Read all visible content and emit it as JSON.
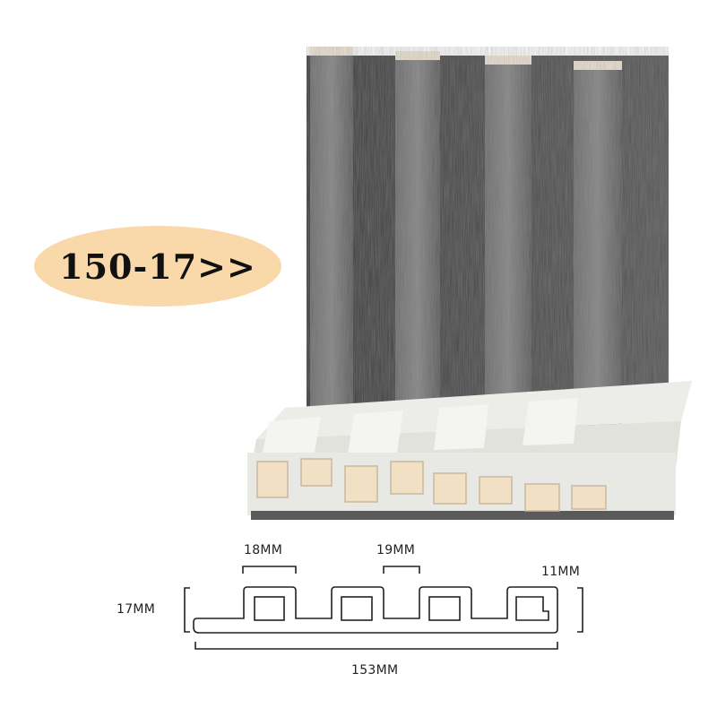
{
  "model_badge": {
    "label": "150-17>>"
  },
  "dimensions": {
    "slat_width": "18MM",
    "gap_width": "19MM",
    "edge_height": "11MM",
    "thickness": "17MM",
    "total_width": "153MM"
  },
  "colors": {
    "badge": "#f9d9a9",
    "wood_dark": "#4a4a4a",
    "wood_light": "#8a8a8a",
    "backing": "#eeeeea",
    "core": "#f3e6d0",
    "diagram_line": "#222222"
  }
}
